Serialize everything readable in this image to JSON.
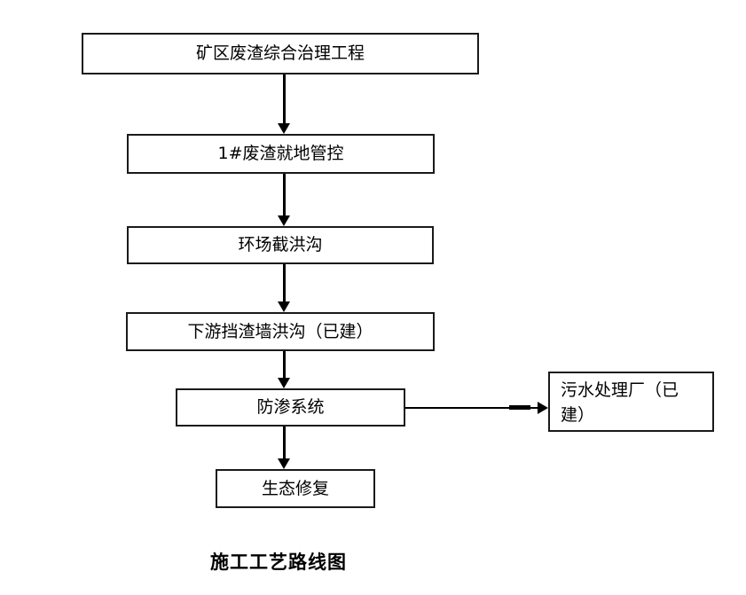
{
  "diagram": {
    "caption": "施工工艺路线图",
    "colors": {
      "background": "#ffffff",
      "box_border": "#1a1a1a",
      "box_fill": "#ffffff",
      "text": "#000000",
      "arrow": "#000000"
    },
    "nodes": [
      {
        "id": "mine-waste-project",
        "label": "矿区废渣综合治理工程"
      },
      {
        "id": "waste1-onsite-control",
        "label": "1#废渣就地管控"
      },
      {
        "id": "ring-flood-ditch",
        "label": "环场截洪沟"
      },
      {
        "id": "downstream-wall-ditch",
        "label": "下游挡渣墙洪沟（已建）"
      },
      {
        "id": "seepage-system",
        "label": "防渗系统"
      },
      {
        "id": "sewage-plant",
        "label": "污水处理厂（已建）"
      },
      {
        "id": "ecological-restore",
        "label": "生态修复"
      }
    ],
    "edges": [
      {
        "from": "矿区废渣综合治理工程",
        "to": "1#废渣就地管控",
        "direction": "down"
      },
      {
        "from": "1#废渣就地管控",
        "to": "环场截洪沟",
        "direction": "down"
      },
      {
        "from": "环场截洪沟",
        "to": "下游挡渣墙洪沟（已建）",
        "direction": "down"
      },
      {
        "from": "下游挡渣墙洪沟（已建）",
        "to": "防渗系统",
        "direction": "down"
      },
      {
        "from": "防渗系统",
        "to": "污水处理厂（已建）",
        "direction": "right"
      },
      {
        "from": "防渗系统",
        "to": "生态修复",
        "direction": "down"
      }
    ]
  }
}
